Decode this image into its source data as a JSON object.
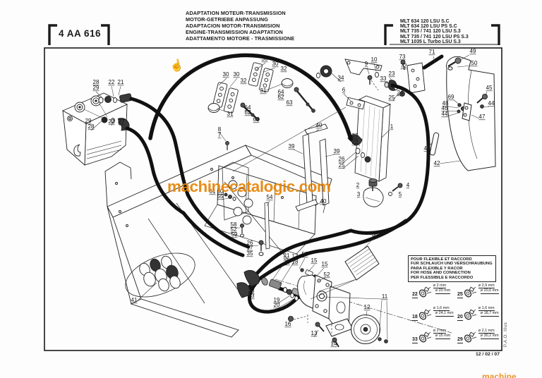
{
  "header": {
    "ref_code": "4 AA 616",
    "titles": [
      "ADAPTATION MOTEUR-TRANSMISSION",
      "MOTOR-GETRIEBE ANPASSUNG",
      "ADAPTACION MOTOR-TRANSMISION",
      "ENGINE-TRANSMISSION ADAPTATION",
      "ADATTAMENTO MOTORE - TRASMISSIONE"
    ],
    "models": [
      "MLT 634 120 LSU S.C",
      "MLT 634 120 LSU PS S.C",
      "MLT 735 / 741 120 LSU S.3",
      "MLT 735 / 741 120 LSU PS S.3",
      "MLT 1035 L Turbo LSU S.3"
    ]
  },
  "watermark": {
    "text": "machinecatalogic.com",
    "fragment": "machine",
    "color": "#e6840a"
  },
  "footer": {
    "date": "12 / 02 / 07",
    "credit": "P.A.O. Illus"
  },
  "legend": {
    "title_lines": [
      "POUR FLEXIBLE ET RACCORD",
      "FUR SCHLAUCH UND VERSCHRAUBUNG",
      "PARA FLEXIBLE Y RACOR",
      "FOR HOSE AND CONNECTION",
      "PER FLESSIBILE E RACCORDO"
    ],
    "entries": [
      {
        "ref": "22",
        "dims": [
          "ø 2 mm",
          "ø 20 mm"
        ]
      },
      {
        "ref": "25",
        "dims": [
          "ø 2,9 mm",
          "ø 20,6 mm"
        ]
      },
      {
        "ref": "18",
        "dims": [
          "ø 1,6 mm",
          "ø 24,1 mm"
        ]
      },
      {
        "ref": "20",
        "dims": [
          "ø 1,6 mm",
          "ø 18,7 mm"
        ]
      },
      {
        "ref": "33",
        "dims": [
          "ø 2 mm",
          "ø 15 mm"
        ]
      },
      {
        "ref": "29",
        "dims": [
          "ø 2,1 mm",
          "ø 30,2 mm"
        ]
      }
    ]
  },
  "diagram": {
    "hand_icon": "☝",
    "callouts": [
      [
        "28",
        136,
        119
      ],
      [
        "29",
        136,
        127
      ],
      [
        "22",
        158,
        119
      ],
      [
        "21",
        171,
        119
      ],
      [
        "29",
        125,
        174
      ],
      [
        "28",
        129,
        182
      ],
      [
        "22",
        158,
        175
      ],
      [
        "27",
        172,
        175
      ],
      [
        "30",
        320,
        108
      ],
      [
        "30",
        335,
        108
      ],
      [
        "32",
        345,
        117
      ],
      [
        "31",
        326,
        164
      ],
      [
        "64",
        351,
        155
      ],
      [
        "62",
        351,
        162
      ],
      [
        "63",
        363,
        172
      ],
      [
        "30",
        375,
        86
      ],
      [
        "30",
        390,
        93
      ],
      [
        "32",
        402,
        100
      ],
      [
        "31",
        373,
        131
      ],
      [
        "64",
        398,
        133
      ],
      [
        "62",
        398,
        140
      ],
      [
        "63",
        410,
        148
      ],
      [
        "8",
        311,
        186
      ],
      [
        "7",
        311,
        194
      ],
      [
        "34",
        483,
        113
      ],
      [
        "9",
        519,
        93
      ],
      [
        "10",
        530,
        87
      ],
      [
        "73",
        570,
        83
      ],
      [
        "72",
        572,
        96
      ],
      [
        "23",
        555,
        107
      ],
      [
        "33",
        543,
        114
      ],
      [
        "24",
        567,
        134
      ],
      [
        "25",
        555,
        141
      ],
      [
        "6",
        487,
        130
      ],
      [
        "1",
        555,
        182
      ],
      [
        "71",
        612,
        76
      ],
      [
        "49",
        670,
        75
      ],
      [
        "50",
        672,
        92
      ],
      [
        "45",
        693,
        127
      ],
      [
        "44",
        696,
        149
      ],
      [
        "69",
        639,
        140
      ],
      [
        "48",
        631,
        149
      ],
      [
        "46",
        630,
        156
      ],
      [
        "44",
        630,
        164
      ],
      [
        "47",
        683,
        168
      ],
      [
        "43",
        605,
        213
      ],
      [
        "42",
        619,
        234
      ],
      [
        "39",
        413,
        210
      ],
      [
        "39",
        477,
        217
      ],
      [
        "40",
        452,
        180
      ],
      [
        "40",
        458,
        288
      ],
      [
        "27",
        503,
        195
      ],
      [
        "22",
        503,
        204
      ],
      [
        "26",
        484,
        228
      ],
      [
        "25",
        484,
        237
      ],
      [
        "2",
        507,
        265
      ],
      [
        "4",
        578,
        265
      ],
      [
        "3",
        508,
        278
      ],
      [
        "5",
        567,
        278
      ],
      [
        "54",
        382,
        282
      ],
      [
        "61",
        301,
        274
      ],
      [
        "60",
        312,
        274
      ],
      [
        "55",
        312,
        281
      ],
      [
        "58",
        331,
        321
      ],
      [
        "52",
        331,
        328
      ],
      [
        "59",
        332,
        335
      ],
      [
        "26",
        354,
        347
      ],
      [
        "17",
        354,
        354
      ],
      [
        "35",
        354,
        362
      ],
      [
        "23",
        356,
        415
      ],
      [
        "33",
        356,
        422
      ],
      [
        "21",
        406,
        365
      ],
      [
        "17",
        418,
        366
      ],
      [
        "53",
        432,
        363
      ],
      [
        "22",
        406,
        374
      ],
      [
        "18",
        418,
        374
      ],
      [
        "15",
        445,
        372
      ],
      [
        "15",
        460,
        377
      ],
      [
        "52",
        463,
        392
      ],
      [
        "19",
        392,
        428
      ],
      [
        "20",
        392,
        435
      ],
      [
        "16",
        408,
        462
      ],
      [
        "13",
        445,
        475
      ],
      [
        "14",
        473,
        490
      ],
      [
        "12",
        520,
        438
      ],
      [
        "11",
        545,
        423
      ],
      [
        "38",
        531,
        335
      ],
      [
        "41",
        190,
        428
      ]
    ]
  }
}
